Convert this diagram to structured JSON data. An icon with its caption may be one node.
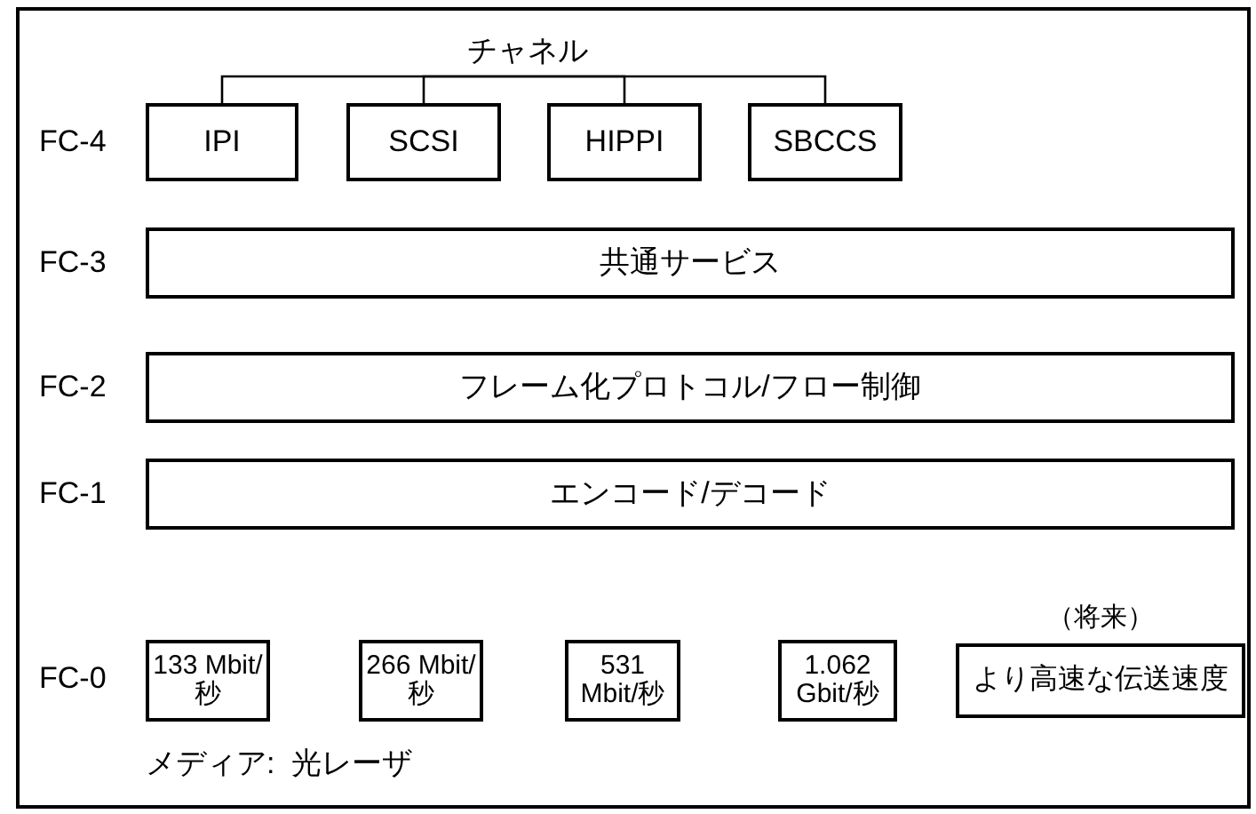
{
  "diagram": {
    "nodes": [
      {
        "text": [
          "チャネル"
        ]
      },
      {
        "text": [
          "IPI"
        ]
      },
      {
        "text": [
          "SCSI"
        ]
      },
      {
        "text": [
          "HIPPI"
        ]
      },
      {
        "text": [
          "SBCCS"
        ]
      },
      {
        "text": [
          "共通サービス"
        ]
      },
      {
        "text": [
          "フレーム化プロトコル/フロー制御"
        ]
      },
      {
        "text": [
          "エンコード/デコード"
        ]
      },
      {
        "text": [
          "133 Mbit/秒"
        ]
      },
      {
        "text": [
          "266 Mbit/秒"
        ]
      },
      {
        "text": [
          "531 Mbit/秒"
        ]
      },
      {
        "text": [
          "1.062 Gbit/秒"
        ]
      },
      {
        "text": [
          "より高速な伝送速度"
        ],
        "beside": [
          "（将来）"
        ]
      }
    ],
    "edges": [
      {
        "from": 0,
        "to": 1,
        "arrow": "none"
      },
      {
        "from": 0,
        "to": 2,
        "arrow": "none"
      },
      {
        "from": 0,
        "to": 3,
        "arrow": "none"
      },
      {
        "from": 0,
        "to": 4,
        "arrow": "none"
      }
    ],
    "labels": [
      "FC-4",
      "FC-3",
      "FC-2",
      "FC-1",
      "FC-0",
      "メディア:  光レーザ"
    ]
  }
}
